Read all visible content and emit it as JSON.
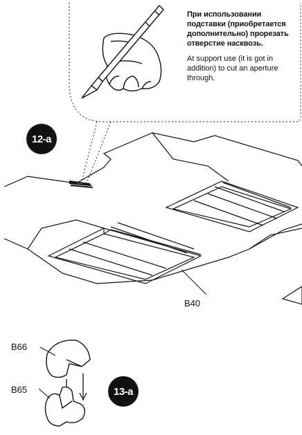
{
  "callout": {
    "text_ru": "При использовании подставки (приобретается дополнительно) прорезать отверстие насквозь.",
    "text_en": "At support use (it is got in addition) to cut an aperture through."
  },
  "steps": {
    "step_12a": "12-a",
    "step_13a": "13-a"
  },
  "parts": {
    "b40": "B40",
    "b66": "B66",
    "b65": "B65"
  },
  "icons": {
    "knife": "craft-knife-icon",
    "hand": "hand-icon"
  },
  "colors": {
    "ink": "#111111",
    "paper": "#ffffff"
  }
}
